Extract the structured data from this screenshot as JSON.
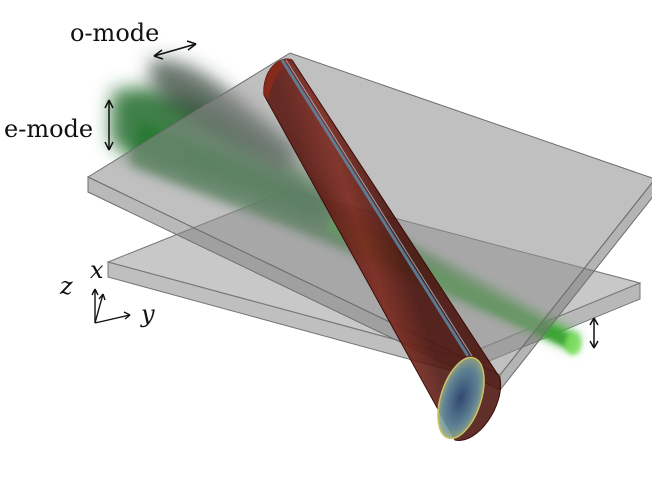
{
  "labels": {
    "o_mode": "o-mode",
    "e_mode": "e-mode",
    "axis_x": "x",
    "axis_y": "y",
    "axis_z": "z"
  },
  "colors": {
    "slab_fill": "#9a9a9a",
    "slab_edge": "#6e6e6e",
    "beam_green": "#1f7a2c",
    "beam_bright": "#5fd34a",
    "fiber_red": "#6e1a14",
    "fiber_core": "#5b8aa8"
  }
}
